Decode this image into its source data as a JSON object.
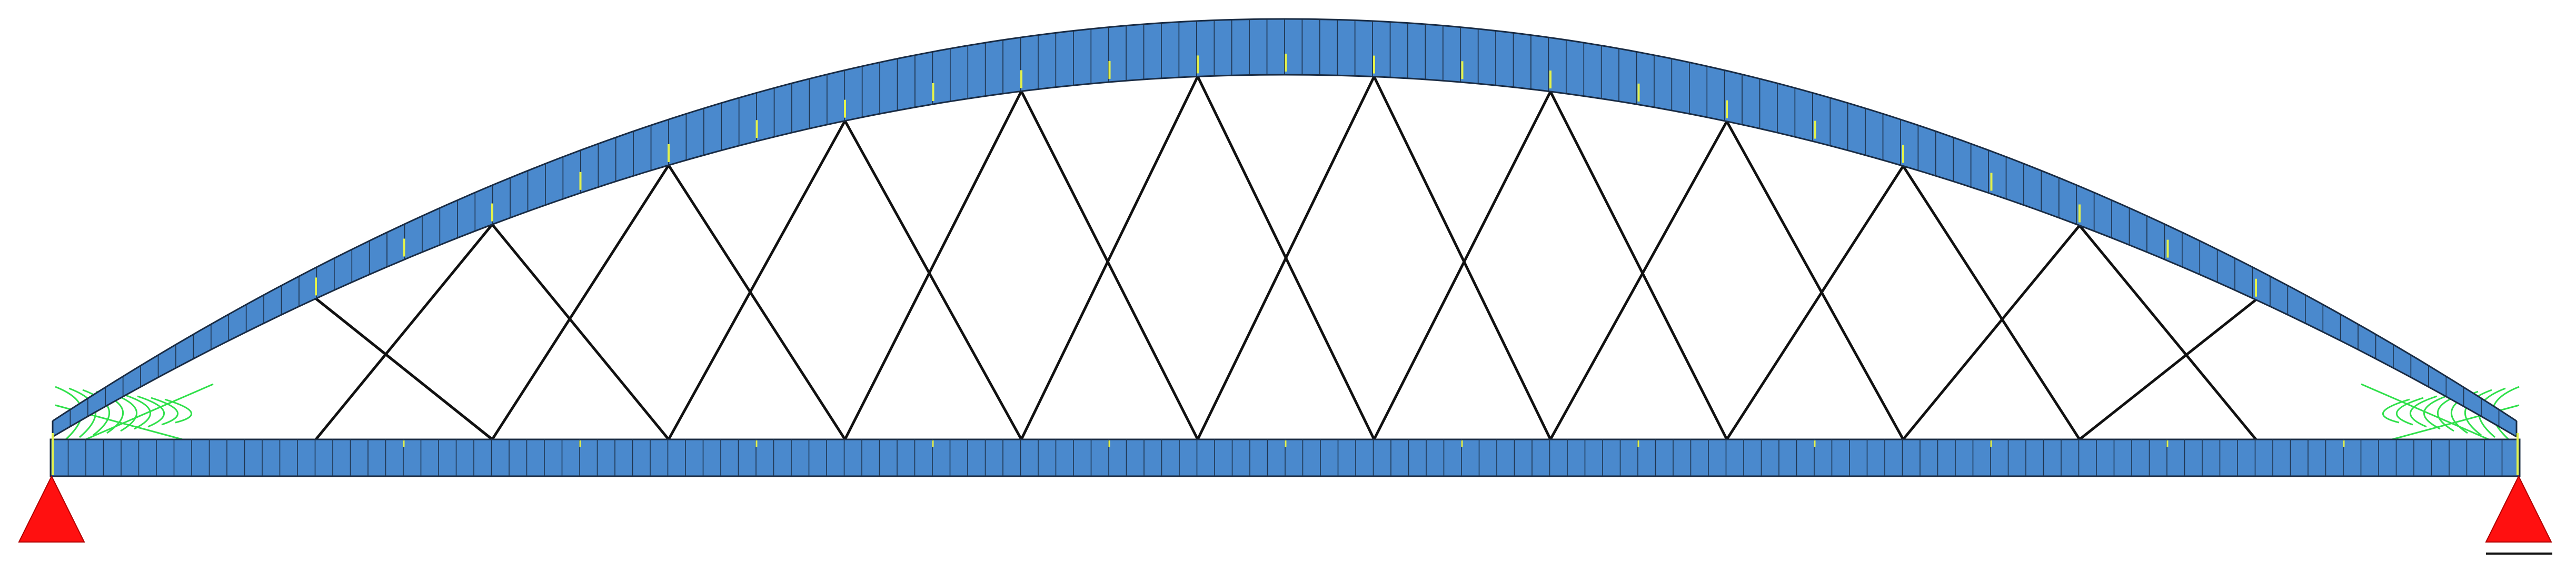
{
  "diagram": {
    "type": "tied-arch-bridge-structural-model",
    "colors": {
      "background": "#ffffff",
      "member_fill": "#4a89cd",
      "segment_line": "#1f3550",
      "outline": "#1a2c44",
      "hanger": "#111111",
      "support": "#ff1010",
      "support_edge": "#b00000",
      "marker_yellow": "#e4f24a",
      "detail_green": "#2fe04a",
      "ground_line": "#111111"
    },
    "icons": {
      "support": "triangle-pin-support-icon"
    },
    "counts": {
      "arch_segments": 140,
      "deck_segments": 140,
      "hanger_panels": 14,
      "supports": 2
    }
  }
}
